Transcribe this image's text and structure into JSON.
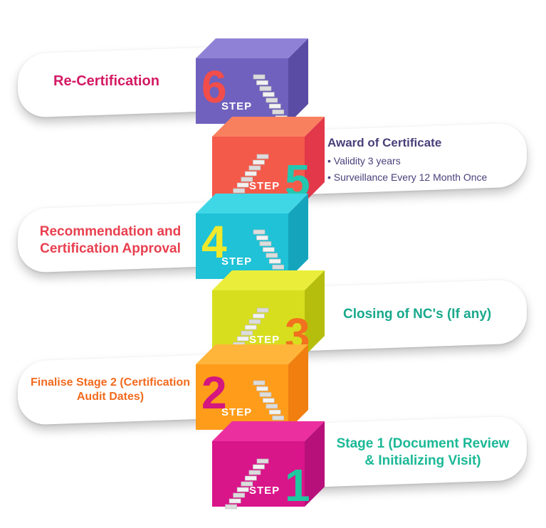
{
  "step_word": "STEP",
  "steps": [
    {
      "number": "1",
      "title": "Stage 1 (Document Review & Initializing Visit)",
      "title_color": "#1bb896",
      "top": "#ec2f9e",
      "front": "#d9158a",
      "side": "#b8107a",
      "num_color": "#1ec9a0"
    },
    {
      "number": "2",
      "title": "Finalise Stage 2 (Certification Audit Dates)",
      "title_color": "#f26a1e",
      "top": "#ffb53a",
      "front": "#ff9c1a",
      "side": "#f07f10",
      "num_color": "#d4167f"
    },
    {
      "number": "3",
      "title": "Closing of NC's (If any)",
      "title_color": "#19a98c",
      "top": "#eaee3a",
      "front": "#d7de1e",
      "side": "#b6be0d",
      "num_color": "#f2711e"
    },
    {
      "number": "4",
      "title": "Recommendation and Certification Approval",
      "title_color": "#e8404f",
      "top": "#3fd7e6",
      "front": "#1fc2d6",
      "side": "#14a5bd",
      "num_color": "#f0e82a"
    },
    {
      "number": "5",
      "title": "Award of Certificate",
      "title_color": "#4a3f7a",
      "bullets": [
        "Validity 3 years",
        "Surveillance Every 12 Month Once"
      ],
      "top": "#f9805e",
      "front": "#f45a4a",
      "side": "#e2384a",
      "num_color": "#23c7b0"
    },
    {
      "number": "6",
      "title": "Re-Certification",
      "title_color": "#d31a63",
      "top": "#8f82d6",
      "front": "#6f61bd",
      "side": "#5a4ca4",
      "num_color": "#f24d4a"
    }
  ]
}
